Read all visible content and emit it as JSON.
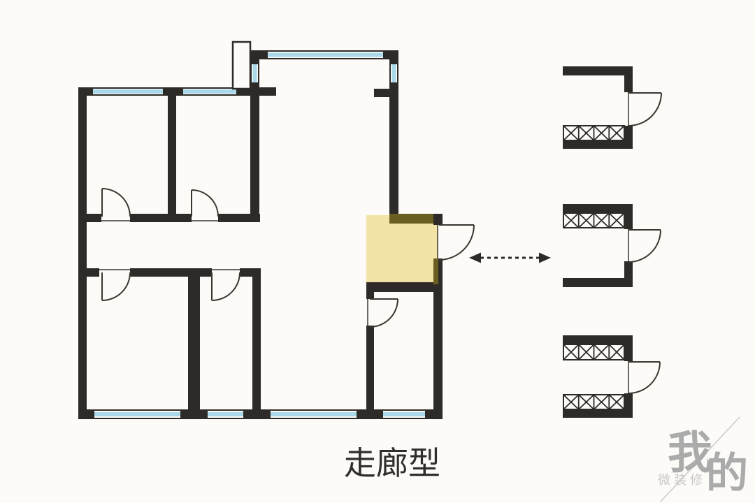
{
  "page": {
    "background": "#fcfbf7"
  },
  "caption": {
    "text": "走廊型"
  },
  "colors": {
    "paper": "#fcfbf7",
    "wall": "#2d2a27",
    "glass": "#a9d9ea",
    "highlight": "#f3e3a6",
    "highlight_wall": "#6a5e22",
    "door": "#3a3733",
    "watermark": "#ababab",
    "watermark_sub": "#c9c9c9"
  },
  "plan": {
    "name": "apartment floor plan, corridor type",
    "highlighted_area": "entry foyer square",
    "windows": 9,
    "doors": 6
  },
  "options": [
    {
      "label": "wardrobe along bottom wall",
      "cells": 4
    },
    {
      "label": "wardrobe along top wall",
      "cells": 4
    },
    {
      "label": "wardrobe along both walls",
      "cells": 8
    }
  ],
  "watermark": {
    "char1": "我",
    "char2": "的",
    "sub": "微装修"
  }
}
